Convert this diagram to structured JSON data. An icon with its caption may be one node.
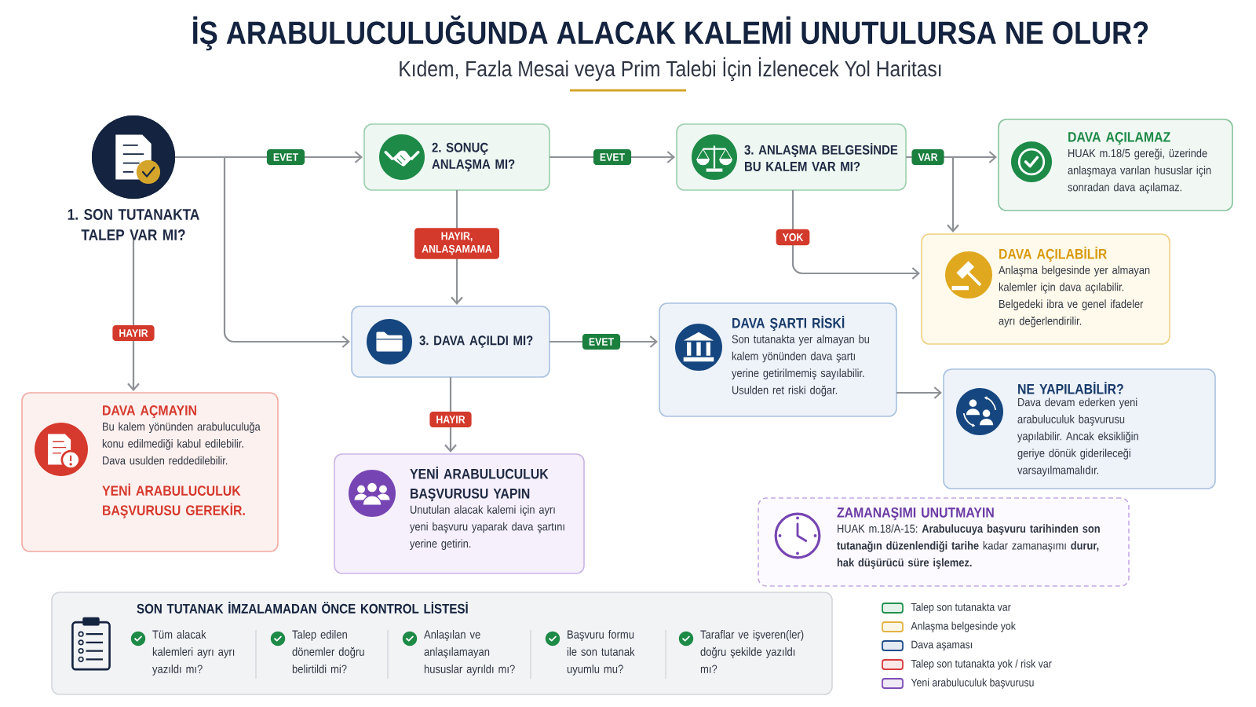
{
  "diagram": {
    "title": "İŞ ARABULUCULUĞUNDA ALACAK KALEMİ UNUTULURSA NE OLUR?",
    "nodes": [
      {
        "text": [
          "1. SON TUTANAKTA TALEP VAR MI?"
        ]
      },
      {
        "text": [
          "2. SONUÇ ANLAŞMA MI?"
        ]
      },
      {
        "text": [
          "3. ANLAŞMA BELGESİNDE BU KALEM VAR MI?"
        ]
      },
      {
        "text": [
          "DAVA AÇILAMAZ",
          "HUAK m.18/5 gereği, üzerinde anlaşmaya varılan hususlar için sonradan dava açılamaz."
        ]
      },
      {
        "text": [
          "DAVA AÇILABİLİR",
          "Anlaşma belgesinde yer almayan kalemler için dava açılabilir. Belgedeki ibra ve genel ifadeler ayrı değerlendirilir."
        ]
      },
      {
        "text": [
          "3. DAVA AÇILDI MI?"
        ]
      },
      {
        "text": [
          "DAVA ŞARTI RİSKİ",
          "Son tutanakta yer almayan bu kalem yönünden dava şartı yerine getirilmemiş sayılabilir. Usulden ret riski doğar."
        ]
      },
      {
        "text": [
          "DAVA AÇMAYIN",
          "Bu kalem yönünden arabuluculuğa konu edilmediği kabul edilebilir. Dava usulden reddedilebilir.",
          "YENİ ARABULUCULUK BAŞVURUSU GEREKİR."
        ]
      },
      {
        "text": [
          "NE YAPILABİLİR?",
          "Dava devam ederken yeni arabuluculuk başvurusu yapılabilir. Ancak eksikliğin geriye dönük giderileceği varsayılmamalıdır."
        ]
      },
      {
        "text": [
          "YENİ ARABULUCULUK BAŞVURUSU YAPIN",
          "Unutulan alacak kalemi için ayrı yeni başvuru yaparak dava şartını yerine getirin."
        ]
      },
      {
        "text": [
          "ZAMANAŞIMI UNUTMAYIN",
          "HUAK m.18/A-15: **Arabulucuya başvuru tarihinden son tutanağın düzenlendiği tarihe** kadar zamanaşımı **durur, hak düşürücü süre işlemez.**"
        ]
      },
      {
        "text": [
          "SON TUTANAK İMZALAMADAN ÖNCE KONTROL LİSTESİ",
          "Tüm alacak kalemleri ayrı ayrı yazıldı mı?",
          "Talep edilen dönemler doğru belirtildi mi?",
          "Anlaşılan ve anlaşılamayan hususlar ayrıldı mı?",
          "Başvuru formu ile son tutanak uyumlu mu?",
          "Taraflar ve işveren(ler) doğru şekilde yazıldı mı?"
        ]
      }
    ],
    "edges": [
      {
        "from": 0,
        "to": 1,
        "arrow": "to",
        "label": "EVET"
      },
      {
        "from": 0,
        "to": 5,
        "arrow": "to"
      },
      {
        "from": 0,
        "to": 7,
        "arrow": "to",
        "label": "HAYIR"
      },
      {
        "from": 1,
        "to": 2,
        "arrow": "to",
        "label": "EVET"
      },
      {
        "from": 1,
        "to": 5,
        "arrow": "to",
        "label": "HAYIR, ANLAŞAMAMA"
      },
      {
        "from": 2,
        "to": 3,
        "arrow": "to",
        "label": "VAR"
      },
      {
        "from": 2,
        "to": 4,
        "arrow": "to"
      },
      {
        "from": 2,
        "to": 4,
        "arrow": "to",
        "label": "YOK"
      },
      {
        "from": 5,
        "to": 6,
        "arrow": "to",
        "label": "EVET"
      },
      {
        "from": 5,
        "to": 9,
        "arrow": "to",
        "label": "HAYIR"
      },
      {
        "from": 6,
        "to": 8,
        "arrow": "to"
      }
    ],
    "labels": [
      "Kıdem, Fazla Mesai veya Prim Talebi İçin İzlenecek Yol Haritası"
    ],
    "legend": [
      {
        "text": "Talep son tutanakta var",
        "color": "#23914f"
      },
      {
        "text": "Anlaşma belgesinde yok",
        "color": "#e3b341"
      },
      {
        "text": "Dava aşaması",
        "color": "#1f4e8c"
      },
      {
        "text": "Talep son tutanakta yok / risk var",
        "color": "#d63c3c"
      },
      {
        "text": "Yeni arabuluculuk başvurusu",
        "color": "#7d4cb5"
      }
    ]
  }
}
